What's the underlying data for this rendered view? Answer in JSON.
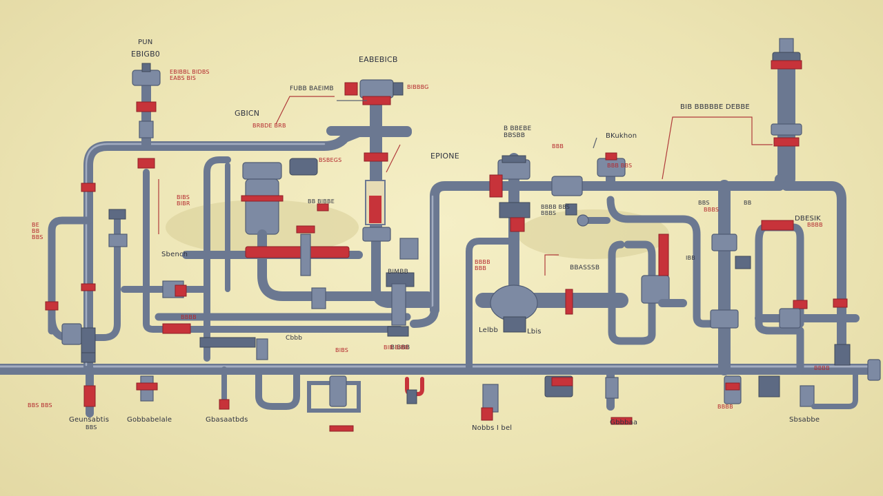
{
  "labels": {
    "top_left_a": "PUN",
    "top_left_b": "EBIGB0",
    "top_left_tag": "EBIBBL BIDBS\nEABS BIS",
    "top_center_title": "EABEBICB",
    "top_center_tag": "FUBB BAEIMB",
    "top_center_red": "BIBBBG",
    "gich": "GBICN",
    "gich_red": "BRBDE BRB",
    "mid_tag_a": "BSBEGS",
    "mid_tag_b": "BB BIBBE",
    "left_red_a": "BIBS\nBIBR",
    "left_red_b": "BE\nBB\nBBS",
    "sbench": "Sbench",
    "mid_red_c": "BBBB",
    "mid_bottom_a": "BIMBB",
    "mid_bottom_b": "BIBBB",
    "cbbb": "Cbbb",
    "epione": "EPIONE",
    "ddecle": "B BBEBE\nBBSBB",
    "ddecle_red": "BBB",
    "bkukhon": "BKukhon",
    "bkukhon_red": "BBB BBS",
    "eig_ssb": "BIB BBBBBE DEBBE",
    "right_mid_a": "BBBB BBS\nBBBS",
    "right_mid_b": "BBBB\nBBB",
    "bbasss": "BBASSSB",
    "dresk": "DBESIK",
    "dresk_red": "BBBB",
    "lb_a": "BBS",
    "lb_b": "BB",
    "leibb": "Lelbb",
    "lbis": "Lbis",
    "ibb": "IBB",
    "right_bottom_red": "BBBS",
    "bottom_1": "Geunsabtis",
    "bottom_1_sub": "BBS",
    "bottom_2": "Gobbabelale",
    "bottom_3": "Gbasaatbds",
    "bottom_4": "Nobbs I bel",
    "bottom_5": "Gbbbaa",
    "bottom_6": "Sbsabbe",
    "bottom_left_red": "BBS BBS",
    "bottom_mid_red_a": "BIB BIBB",
    "bottom_mid_red_b": "BIBS",
    "bottom_mid_red_c": "BBBB",
    "bottom_right_red": "BBBB"
  },
  "colors": {
    "background": "#eee8b9",
    "pipe": "#6b7891",
    "pipe_highlight": "#a3adc1",
    "flange": "#c7333a",
    "label_text": "#2e3240"
  }
}
